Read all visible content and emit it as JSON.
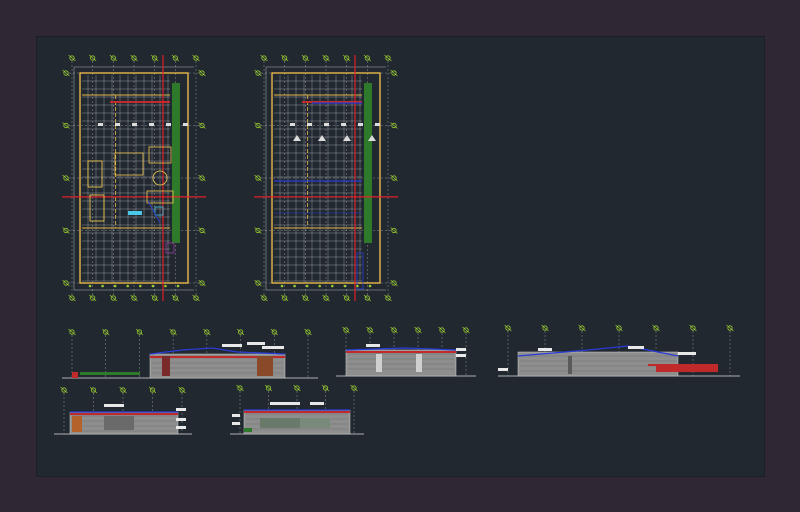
{
  "drawing": {
    "background": "#212830",
    "outer_frame": "#2f2832",
    "colors": {
      "grid": "#ffffff",
      "axis_bubble": "#9acd32",
      "dimension": "#d8d8d8",
      "wall": "#e8b84a",
      "cut_line": "#e0202a",
      "blue_line": "#2a3cd8",
      "green_strip": "#2f7a2a",
      "slab": "#c12a2a",
      "hatch": "#8e8e8e",
      "furniture": "#f0c850",
      "cyan": "#49c8e8",
      "magenta": "#c040c0"
    },
    "plans": [
      "floor-plan-furnished",
      "floor-plan-roof"
    ],
    "elevations": [
      "elevation-front",
      "elevation-side-a",
      "elevation-side-b",
      "section-a",
      "section-b"
    ]
  }
}
